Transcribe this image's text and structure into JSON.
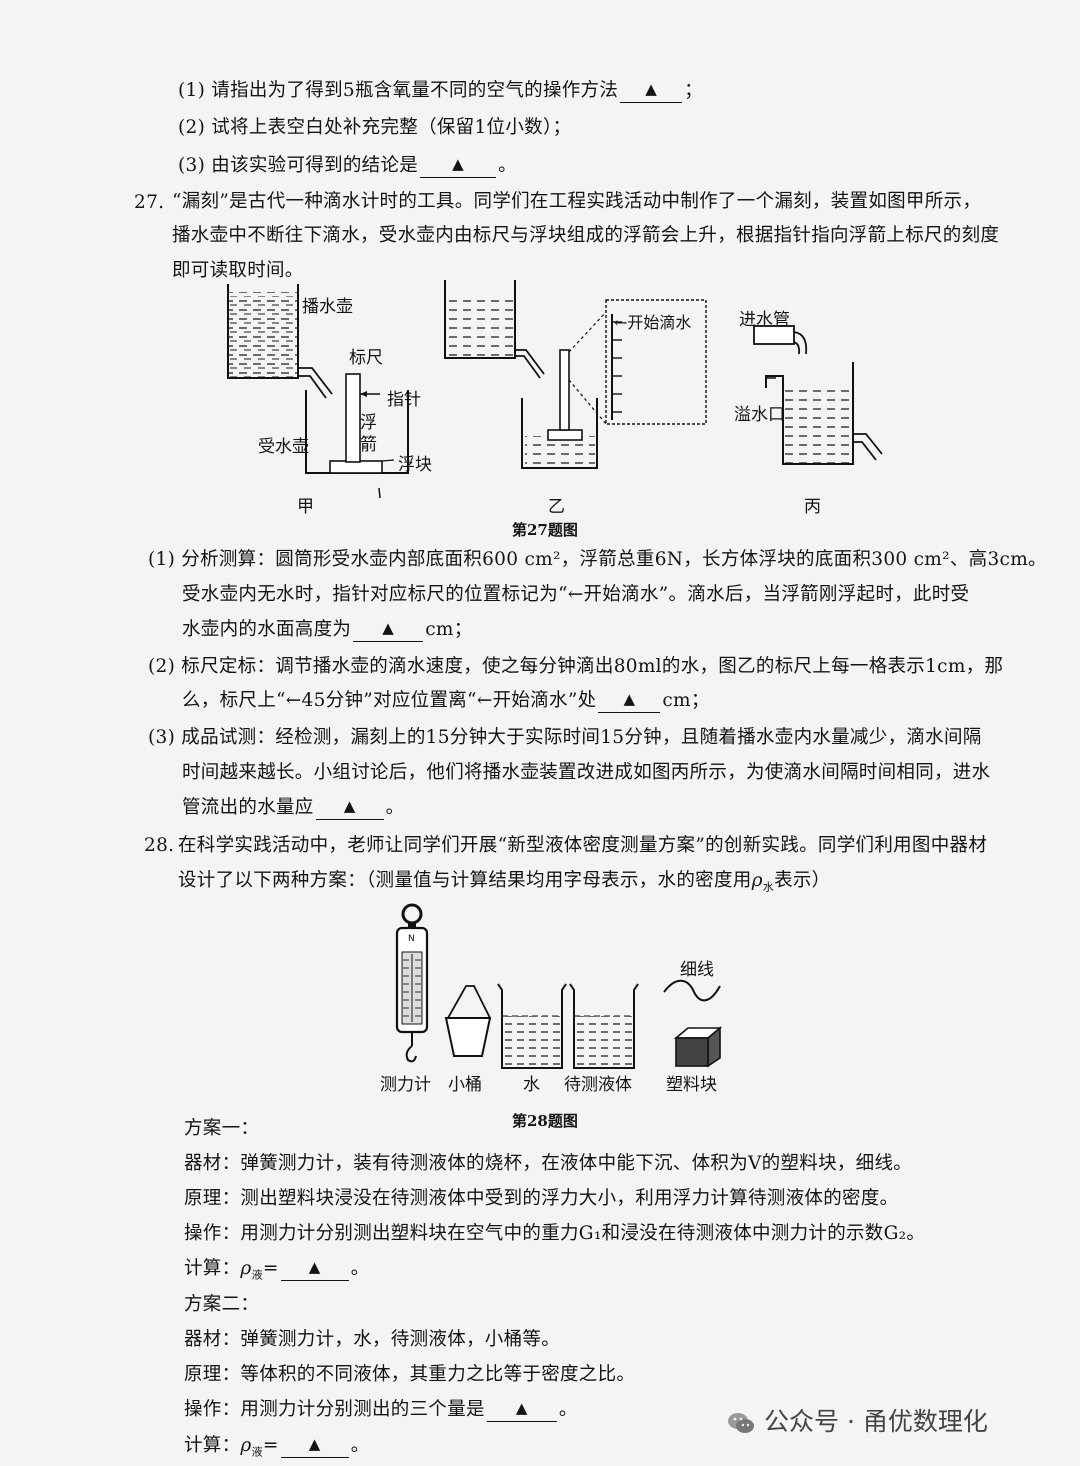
{
  "q26": {
    "sub1_a": "(1) 请指出为了得到5瓶含氧量不同的空气的操作方法",
    "sub1_b": "；",
    "sub2": "(2) 试将上表空白处补充完整（保留1位小数）；",
    "sub3_a": "(3) 由该实验可得到的结论是",
    "sub3_b": "。"
  },
  "blank_mark": "▲",
  "q27": {
    "num": "27.",
    "stem1": "“漏刻”是古代一种滴水计时的工具。同学们在工程实践活动中制作了一个漏刻，装置如图甲所示，",
    "stem2": "播水壶中不断往下滴水，受水壶内由标尺与浮块组成的浮箭会上升，根据指针指向浮箭上标尺的刻度",
    "stem3": "即可读取时间。",
    "fig_labels": {
      "bo": "播水壶",
      "biaochi": "标尺",
      "zhizhen": "指针",
      "fu": "浮",
      "jian": "箭",
      "shoushui": "受水壶",
      "fukuai": "浮块",
      "kaishi": "←开始滴水",
      "jinshui": "进水管",
      "yishui": "溢水口",
      "jia": "甲",
      "yi": "乙",
      "bing": "丙"
    },
    "caption": "第27题图",
    "p1_l1": "(1) 分析测算：圆筒形受水壶内部底面积600 cm²，浮箭总重6N，长方体浮块的底面积300 cm²、高3cm。",
    "p1_l2": "受水壶内无水时，指针对应标尺的位置标记为“←开始滴水”。滴水后，当浮箭刚浮起时，此时受",
    "p1_l3a": "水壶内的水面高度为",
    "p1_l3b": "cm；",
    "p2_l1": "(2) 标尺定标：调节播水壶的滴水速度，使之每分钟滴出80ml的水，图乙的标尺上每一格表示1cm，那",
    "p2_l2a": "么，标尺上“←45分钟”对应位置离“←开始滴水”处",
    "p2_l2b": "cm；",
    "p3_l1": "(3) 成品试测：经检测，漏刻上的15分钟大于实际时间15分钟，且随着播水壶内水量减少，滴水间隔",
    "p3_l2": "时间越来越长。小组讨论后，他们将播水壶装置改进成如图丙所示，为使滴水间隔时间相同，进水",
    "p3_l3a": "管流出的水量应",
    "p3_l3b": "。"
  },
  "q28": {
    "num": "28.",
    "stem1": "在科学实践活动中，老师让同学们开展“新型液体密度测量方案”的创新实践。同学们利用图中器材",
    "stem2a": "设计了以下两种方案：（测量值与计算结果均用字母表示，水的密度用",
    "stem2_rho": "ρ",
    "stem2_sub": "水",
    "stem2b": "表示）",
    "fig_labels": {
      "celiji": "测力计",
      "xiaotong": "小桶",
      "shui": "水",
      "daice": "待测液体",
      "suliao": "塑料块",
      "xixian": "细线",
      "scale_n": "N"
    },
    "caption": "第28题图",
    "plan1": "方案一：",
    "plan1_qc": "器材：弹簧测力计，装有待测液体的烧杯，在液体中能下沉、体积为V的塑料块，细线。",
    "plan1_yl": "原理：测出塑料块浸没在待测液体中受到的浮力大小，利用浮力计算待测液体的密度。",
    "plan1_cz": "操作：用测力计分别测出塑料块在空气中的重力G₁和浸没在待测液体中测力计的示数G₂。",
    "plan1_js_a": "计算：",
    "rho": "ρ",
    "rho_sub": "液",
    "eq": "=",
    "plan1_js_b": "。",
    "plan2": "方案二：",
    "plan2_qc": "器材：弹簧测力计，水，待测液体，小桶等。",
    "plan2_yl": "原理：等体积的不同液体，其重力之比等于密度之比。",
    "plan2_cz_a": "操作：用测力计分别测出的三个量是",
    "plan2_cz_b": "。",
    "plan2_js_a": "计算：",
    "plan2_js_b": "。"
  },
  "watermark": "公众号 · 甬优数理化"
}
